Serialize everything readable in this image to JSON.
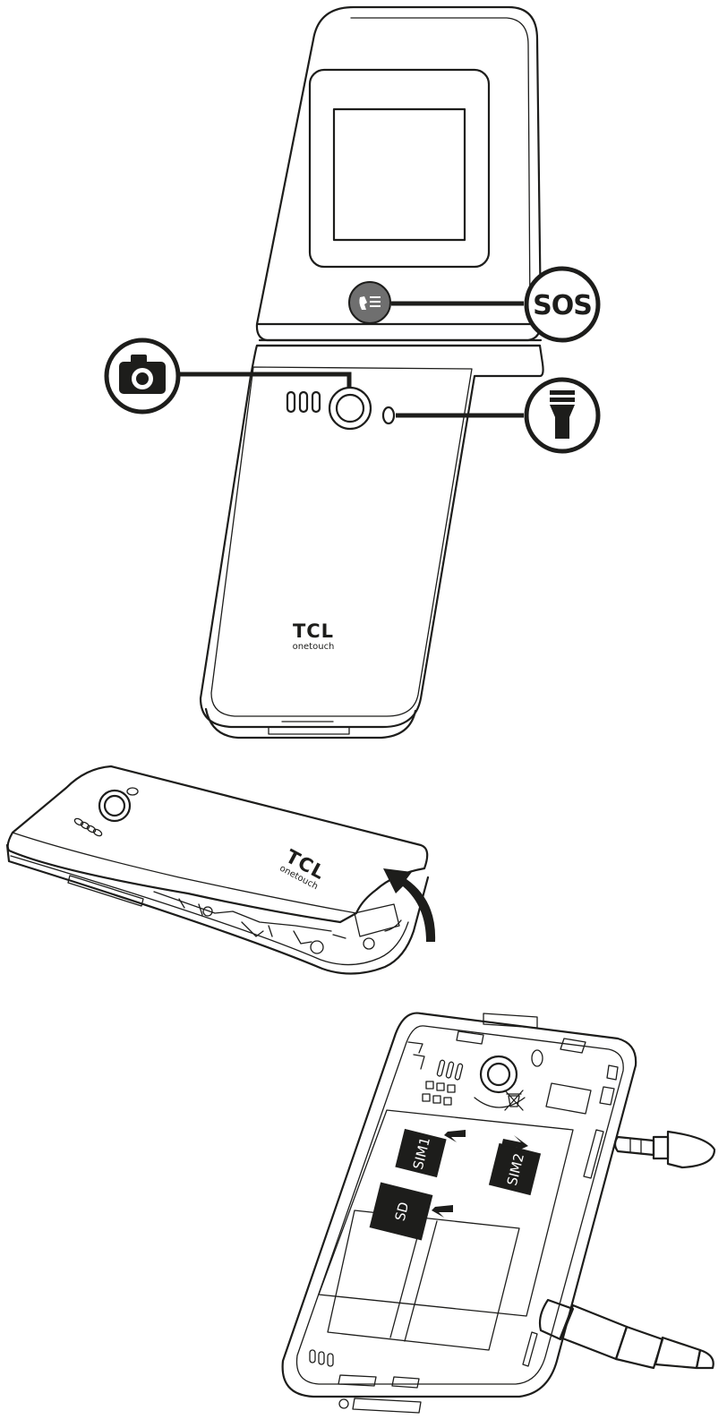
{
  "brand": {
    "name": "TCL",
    "sub": "onetouch"
  },
  "callouts": {
    "sos": {
      "label": "SOS",
      "icon": "sos-key-icon"
    },
    "camera": {
      "icon": "camera-icon"
    },
    "flashlight": {
      "icon": "flashlight-icon"
    }
  },
  "cards": {
    "sim1": "SIM1",
    "sim2": "SIM2",
    "sd": "SD"
  },
  "colors": {
    "line": "#1d1d1b",
    "background": "#ffffff",
    "key_fill": "#6f6f6f"
  }
}
